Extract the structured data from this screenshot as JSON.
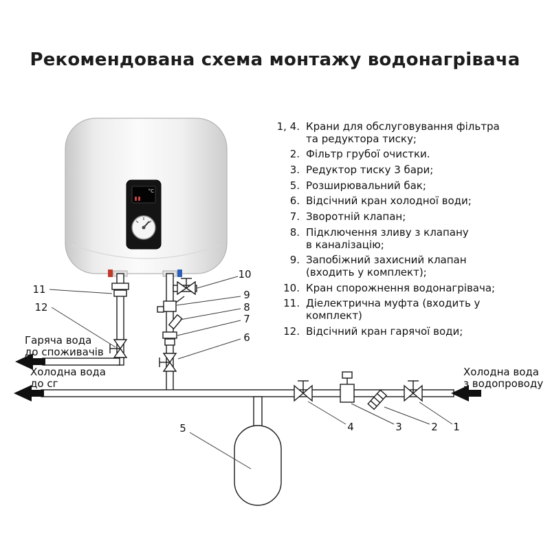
{
  "title": "Рекомендована схема монтажу водонагрівача",
  "heater": {
    "display_unit": "°C"
  },
  "legend": {
    "items": [
      {
        "num": "1, 4.",
        "text": "Крани для обслуговування фільтра\nта редуктора тиску;"
      },
      {
        "num": "2.",
        "text": "Фільтр грубої очистки."
      },
      {
        "num": "3.",
        "text": "Редуктор тиску 3 бари;"
      },
      {
        "num": "5.",
        "text": "Розширювальний бак;"
      },
      {
        "num": "6.",
        "text": "Відсічний кран холодної води;"
      },
      {
        "num": "7.",
        "text": "Зворотній клапан;"
      },
      {
        "num": "8.",
        "text": "Підключення зливу з клапану\nв каналізацію;"
      },
      {
        "num": "9.",
        "text": "Запобіжний захисний клапан\n(входить у комплект);"
      },
      {
        "num": "10.",
        "text": "Кран спорожнення водонагрівача;"
      },
      {
        "num": "11.",
        "text": "Діелектрична муфта (входить у комплект)"
      },
      {
        "num": "12.",
        "text": "Відсічний кран гарячої води;"
      }
    ]
  },
  "flow_labels": {
    "hot": {
      "line1": "Гаряча вода",
      "line2": "до споживачів"
    },
    "cold_left": {
      "line1": "Холодна вода",
      "line2": "до сг"
    },
    "cold_right": {
      "line1": "Холодна вода",
      "line2": "з водопроводу"
    }
  },
  "callouts": {
    "n1": "1",
    "n2": "2",
    "n3": "3",
    "n4": "4",
    "n5": "5",
    "n6": "6",
    "n7": "7",
    "n8": "8",
    "n9": "9",
    "n10": "10",
    "n11": "11",
    "n12": "12"
  },
  "colors": {
    "line": "#1a1a1a",
    "hot_mark": "#c0392b",
    "cold_mark": "#2e5fb7"
  }
}
